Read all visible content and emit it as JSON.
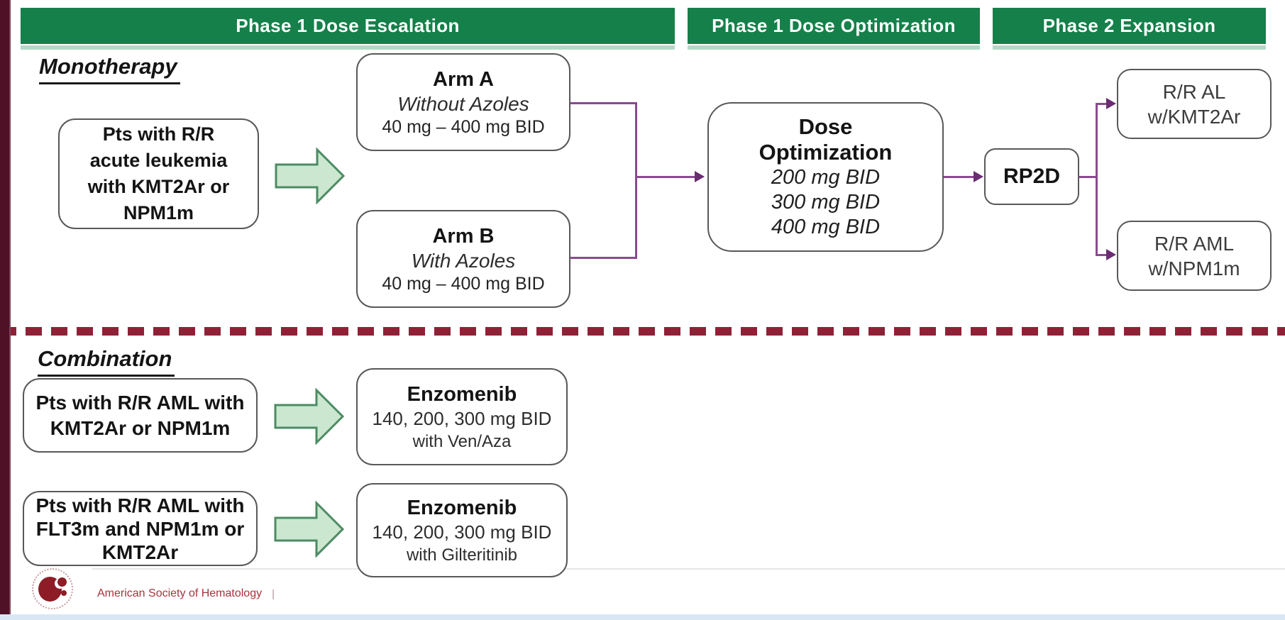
{
  "phases": [
    {
      "label": "Phase 1 Dose Escalation"
    },
    {
      "label": "Phase 1 Dose Optimization"
    },
    {
      "label": "Phase 2 Expansion"
    }
  ],
  "monotherapy": {
    "heading": "Monotherapy",
    "patient_box": "Pts with R/R\nacute leukemia\nwith KMT2Ar or\nNPM1m",
    "arm_a": {
      "title": "Arm A",
      "subtitle": "Without Azoles",
      "dose": "40 mg – 400 mg BID"
    },
    "arm_b": {
      "title": "Arm B",
      "subtitle": "With Azoles",
      "dose": "40 mg – 400 mg BID"
    },
    "dose_optimization": {
      "title": "Dose\nOptimization",
      "doses": "200 mg BID\n300 mg BID\n400 mg BID"
    },
    "rp2d": "RP2D",
    "expansion_top": "R/R AL\nw/KMT2Ar",
    "expansion_bottom": "R/R AML\nw/NPM1m"
  },
  "combination": {
    "heading": "Combination",
    "rows": [
      {
        "patient": "Pts with R/R AML with\nKMT2Ar or NPM1m",
        "treatment_title": "Enzomenib",
        "treatment_dose": "140, 200, 300 mg BID",
        "treatment_with": "with Ven/Aza"
      },
      {
        "patient": "Pts with R/R AML with\nFLT3m and NPM1m or\nKMT2Ar",
        "treatment_title": "Enzomenib",
        "treatment_dose": "140, 200, 300 mg BID",
        "treatment_with": "with Gilteritinib"
      }
    ]
  },
  "footer": {
    "organization": "American Society of Hematology",
    "separator": "|"
  },
  "colors": {
    "green": "#15804a",
    "green-light": "#b5d9c6",
    "maroon": "#4e1126",
    "dash-red": "#8f2137",
    "purple": "#8a4a90",
    "purple-dark": "#6a2d72",
    "arrow-fill": "#cbe7d0",
    "arrow-stroke": "#4d8b63",
    "ash-red": "#a5343c",
    "logo-red": "#8e1c26",
    "bottom-strip": "#d9e7f4"
  }
}
